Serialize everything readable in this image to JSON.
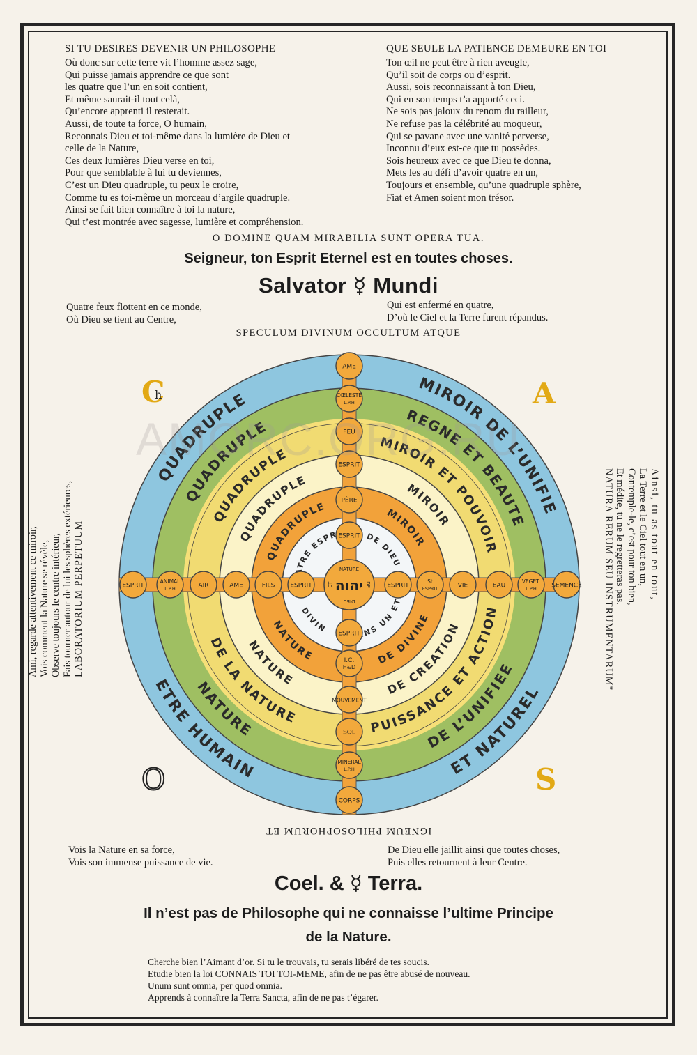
{
  "top_left_poem": {
    "heading": "SI TU DESIRES DEVENIR UN PHILOSOPHE",
    "lines": [
      "Où donc sur cette terre vit l’homme assez sage,",
      "Qui puisse jamais apprendre ce que sont",
      "les quatre que l’un en soit contient,",
      "Et même saurait-il tout celà,",
      "Qu’encore apprenti il resterait.",
      "Aussi, de toute ta force, O humain,",
      "Reconnais Dieu et toi-même dans la lumière de Dieu et",
      "celle de la Nature,",
      "Ces deux lumières Dieu verse en toi,",
      "Pour que semblable à lui tu deviennes,",
      "C’est un Dieu quadruple, tu peux le croire,",
      "Comme tu es toi-même un morceau d’argile quadruple.",
      "Ainsi se fait bien connaître à toi la nature,",
      "Qui t’est montrée avec sagesse, lumière et compréhension."
    ]
  },
  "top_right_poem": {
    "heading": "QUE SEULE LA PATIENCE DEMEURE EN TOI",
    "lines": [
      "Ton œil ne peut être à rien aveugle,",
      "Qu’il soit de corps ou d’esprit.",
      "Aussi, sois reconnaissant à ton Dieu,",
      "Qui en son temps t’a apporté ceci.",
      "Ne sois pas jaloux du renom du railleur,",
      "Ne refuse pas la célébrité au moqueur,",
      "Qui se pavane avec une vanité perverse,",
      "Inconnu d’eux est-ce que tu possèdes.",
      "Sois heureux avec ce que Dieu te donna,",
      "Mets les au défi d’avoir quatre en un,",
      "Toujours et ensemble, qu’une quadruple sphère,",
      "Fiat et Amen soient mon trésor."
    ]
  },
  "latin_line": "O DOMINE QUAM MIRABILIA SUNT OPERA TUA.",
  "seigneur_line": "Seigneur, ton Esprit Eternel est en toutes choses.",
  "salvator": {
    "left": "Salvator",
    "symbol": "☿",
    "right": "Mundi"
  },
  "quatre_feux": {
    "left": [
      "Quatre feux flottent en ce monde,",
      "Où Dieu se tient au Centre,"
    ],
    "right": [
      "Qui est enfermé en quatre,",
      "D’où le Ciel et la Terre furent répandus."
    ]
  },
  "speculum": "SPECULUM DIVINUM OCCULTUM ATQUE",
  "igneum": "IGNEUM PHILOSOPHORUM ET",
  "corner_letters": {
    "tl": "C",
    "tl_inner": "h",
    "tr": "A",
    "bl": "O",
    "br": "S"
  },
  "left_side": {
    "laboratorium": "LABORATORIUM PERPETUUM",
    "lines": [
      "Ami, regarde attentivement ce miroir,",
      "Vois comment la Nature se révèle,",
      "Observe toujours le centre intérieur,",
      "Fais tourner autour de lui les sphères extérieures,"
    ]
  },
  "right_side": {
    "natura": "NATURA RERUM SEU INSTRUMENTARUM\"",
    "lines": [
      "Ainsi, tu as tout en tout,",
      "La Terre et le Ciel tout en un,",
      "Contemple-le, c’est pour ton bien,",
      "Et médite, tu ne le regretteras pas."
    ]
  },
  "watermark": "AMORC.ORG.RU",
  "circle": {
    "ring_texts": {
      "r1_upper_left": "QUADRUPLE",
      "r1_upper_right": "MIROIR DE L’UNIFIE",
      "r1_lower_left": "ETRE HUMAIN",
      "r1_lower_right": "ET NATUREL",
      "r2_upper_left": "QUADRUPLE",
      "r2_upper_right": "REGNE ET BEAUTE",
      "r2_lower_left": "NATURE",
      "r2_lower_right": "DE L’UNIFIEE",
      "r3_upper_left": "QUADRUPLE",
      "r3_upper_right": "MIROIR ET POUVOIR",
      "r3_lower_left": "DE LA NATURE",
      "r3_lower_right": "PUISSANCE ET ACTION",
      "r4_upper_left": "QUADRUPLE",
      "r4_upper_right": "MIROIR",
      "r4_lower_left": "NATURE",
      "r4_lower_right": "DE CREATION",
      "r5_upper_left": "QUADRUPLE",
      "r5_upper_right": "MIROIR",
      "r5_lower_left": "NATURE",
      "r5_lower_right": "DE DIVINE",
      "r6_upper_left": "QUATRE ESPRITS",
      "r6_upper_right": "DE DIEU",
      "r6_lower_left": "DIVIN",
      "r6_lower_right": "DANS UN ETRE"
    },
    "center": {
      "top": "NATURE",
      "main": "יהוה",
      "left": "ET",
      "right": "DE",
      "bottom": "DIEU"
    },
    "vertical_nodes": [
      "AME",
      "CŒLESTE L.P.H",
      "FEU",
      "ESPRIT",
      "PÈRE",
      "ESPRIT",
      "ESPRIT",
      "I.C. H&D",
      "MOUVEMENT",
      "SOL",
      "MINERAL L.P.H",
      "CORPS"
    ],
    "horizontal_nodes": [
      "ESPRIT",
      "ANIMAL L.P.H",
      "AIR",
      "AME",
      "FILS",
      "ESPRIT",
      "ESPRIT",
      "St ESPRIT",
      "VIE",
      "EAU",
      "VEGET. L.P.H",
      "SEMENCE"
    ]
  },
  "vois_la_nature": {
    "left": [
      "Vois la Nature en sa force,",
      "Vois son immense puissance de vie."
    ],
    "right": [
      "De Dieu elle jaillit ainsi que toutes choses,",
      "Puis elles retournent à leur  Centre."
    ]
  },
  "coel_terra": {
    "left": "Coel. &",
    "symbol": "☿",
    "right": "Terra."
  },
  "philosophe_line": [
    "Il n’est pas de Philosophe qui ne connaisse l’ultime Principe",
    "de la Nature."
  ],
  "bottom_lines": [
    "Cherche bien l’Aimant d’or. Si tu le trouvais, tu serais libéré de tes soucis.",
    "Etudie bien la loi CONNAIS TOI TOI-MEME, afin de ne pas être abusé de nouveau.",
    "Unum sunt omnia, per quod omnia.",
    "Apprends à connaître la Terra Sancta, afin de ne pas t’égarer."
  ],
  "colors": {
    "blue_ring": "#8ec6df",
    "green_ring": "#9fbf62",
    "yellow_ring": "#f1db72",
    "pale_ring": "#fbf3c8",
    "white_ring": "#f3f6f8",
    "orange_ring": "#f2a23a",
    "node_fill": "#f2a93c",
    "corner_gold": "#e2a915",
    "ink": "#1d1d1d"
  }
}
